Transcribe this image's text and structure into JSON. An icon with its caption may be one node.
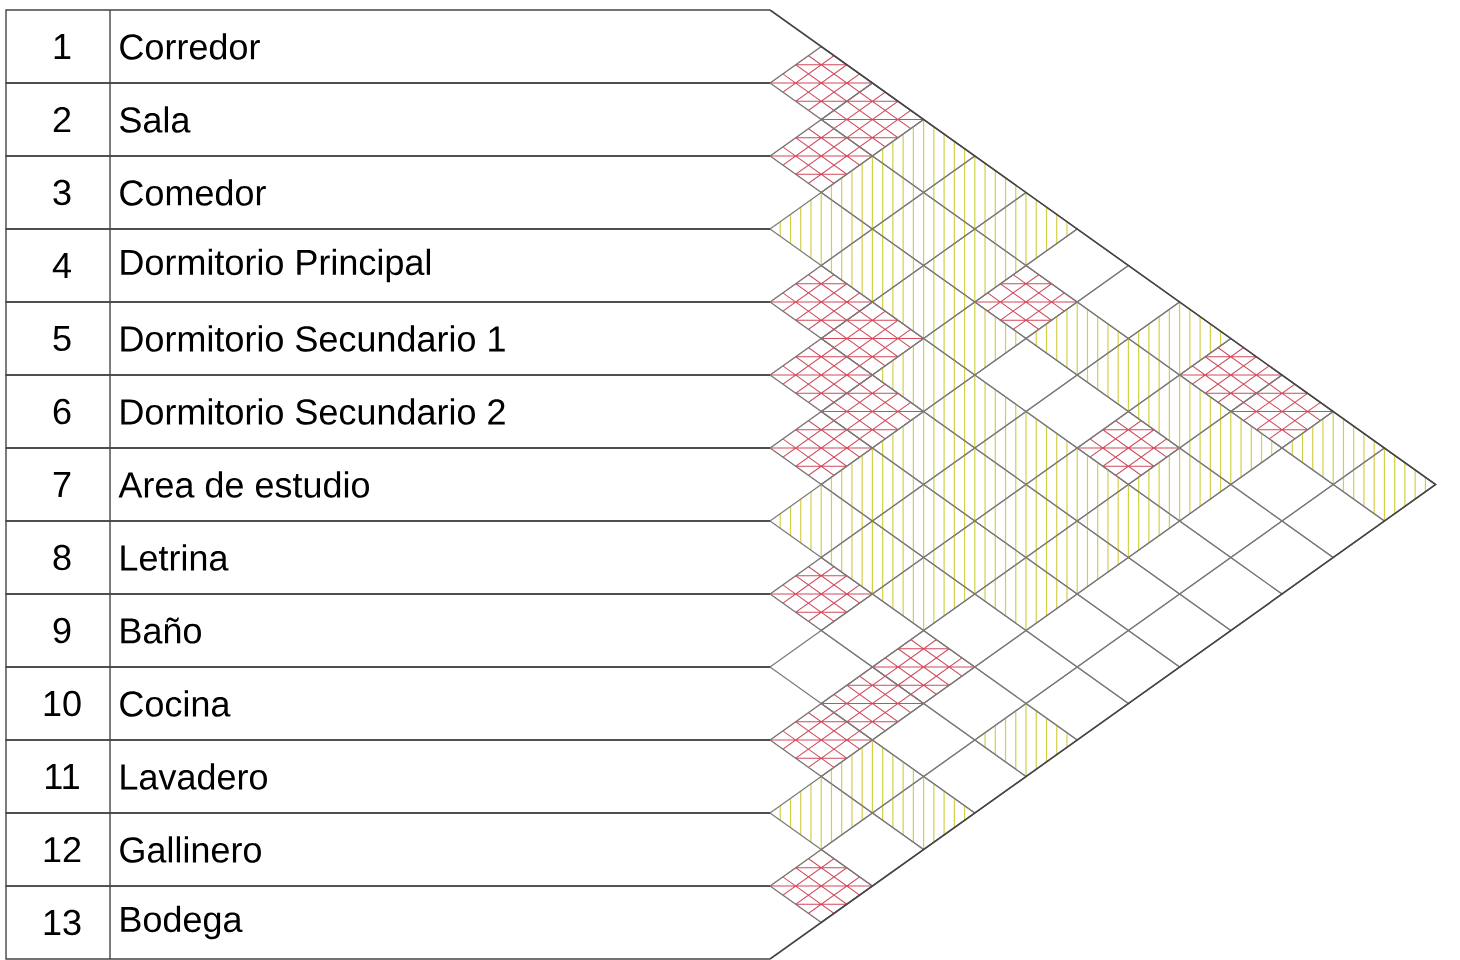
{
  "diagram": {
    "nodes": [
      {
        "text": [
          "1",
          "Corredor"
        ]
      },
      {
        "text": [
          "2",
          "Sala"
        ]
      },
      {
        "text": [
          "3",
          "Comedor"
        ]
      },
      {
        "text": [
          "4",
          "Dormitorio Principal"
        ]
      },
      {
        "text": [
          "5",
          "Dormitorio Secundario 1"
        ]
      },
      {
        "text": [
          "6",
          "Dormitorio Secundario 2"
        ]
      },
      {
        "text": [
          "7",
          "Area de estudio"
        ]
      },
      {
        "text": [
          "8",
          "Letrina"
        ]
      },
      {
        "text": [
          "9",
          "Baño"
        ]
      },
      {
        "text": [
          "10",
          "Cocina"
        ]
      },
      {
        "text": [
          "11",
          "Lavadero"
        ]
      },
      {
        "text": [
          "12",
          "Gallinero"
        ]
      },
      {
        "text": [
          "13",
          "Bodega"
        ]
      }
    ]
  }
}
